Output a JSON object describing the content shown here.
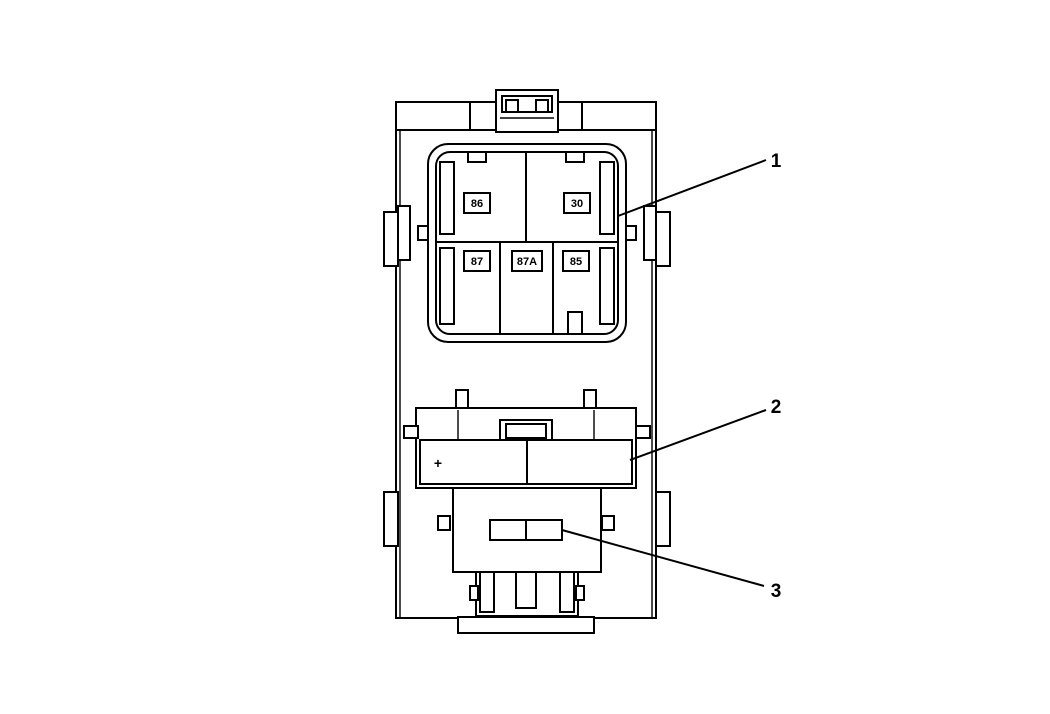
{
  "terminals": {
    "t86": "86",
    "t30": "30",
    "t87": "87",
    "t87a": "87A",
    "t85": "85"
  },
  "polarity_mark": "+",
  "callouts": {
    "c1": "1",
    "c2": "2",
    "c3": "3"
  }
}
